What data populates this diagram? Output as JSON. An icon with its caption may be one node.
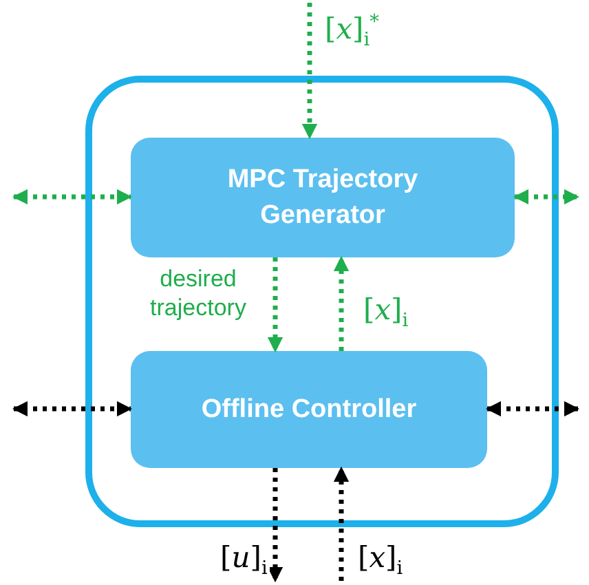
{
  "diagram": {
    "nodes": [
      {
        "text": [],
        "shape": "box"
      },
      {
        "text": [
          "MPC Trajectory Generator"
        ],
        "in": 0
      },
      {
        "text": [
          "Offline Controller"
        ],
        "in": 0
      }
    ],
    "edges": [
      {
        "from": null,
        "to": 1,
        "arrow": "to",
        "label": "[*x*]$_{i}$$^{*}$",
        "style": "dashed"
      },
      {
        "from": 1,
        "to": 2,
        "arrow": "to",
        "label": "desired trajectory",
        "style": "dashed"
      },
      {
        "from": 2,
        "to": 1,
        "arrow": "to",
        "label": "[*x*]$_{i}$",
        "style": "dashed"
      },
      {
        "from": null,
        "to": 1,
        "arrow": "both",
        "style": "dashed"
      },
      {
        "from": 1,
        "to": null,
        "arrow": "both",
        "style": "dashed"
      },
      {
        "from": null,
        "to": 2,
        "arrow": "both",
        "style": "dashed",
        "color": "#000000"
      },
      {
        "from": 2,
        "to": null,
        "arrow": "both",
        "style": "dashed",
        "color": "#000000"
      },
      {
        "from": 2,
        "to": null,
        "arrow": "to",
        "label": "[*u*]$_{i}$",
        "style": "dashed",
        "color": "#000000"
      },
      {
        "from": null,
        "to": 2,
        "arrow": "to",
        "label": "[*x*]$_{i}$",
        "style": "dashed",
        "color": "#000000"
      }
    ]
  }
}
